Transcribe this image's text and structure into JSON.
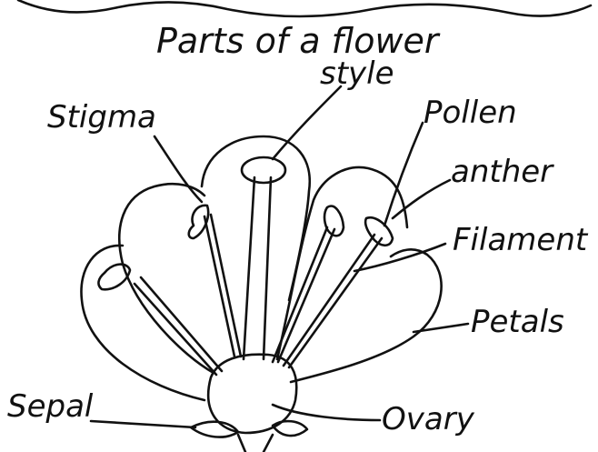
{
  "title": "Parts of a flower",
  "labels": {
    "style": "style",
    "stigma": "Stigma",
    "pollen": "Pollen",
    "anther": "anther",
    "filament": "Filament",
    "petals": "Petals",
    "sepal": "Sepal",
    "ovary": "Ovary"
  }
}
